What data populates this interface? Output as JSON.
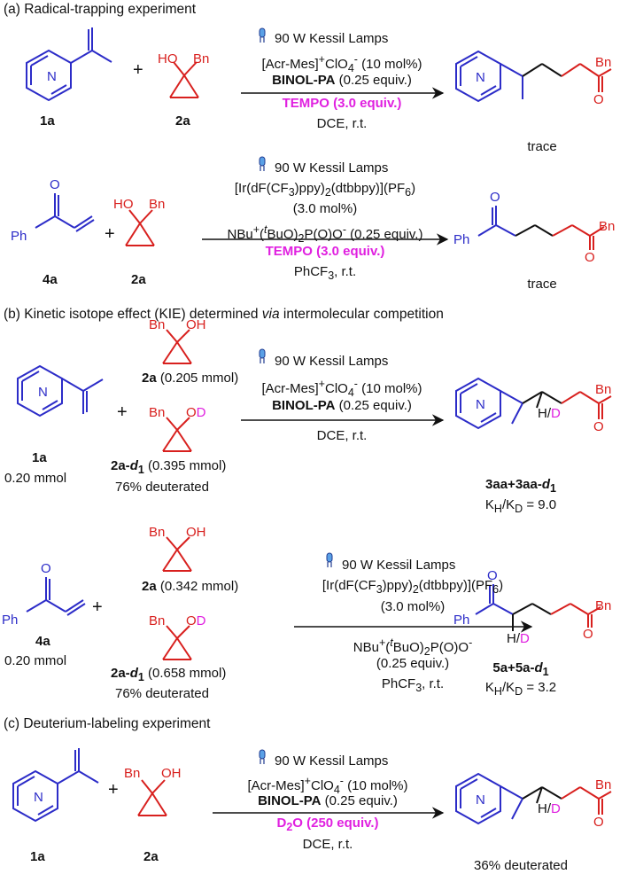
{
  "sections": {
    "a": {
      "title": "(a) Radical-trapping experiment"
    },
    "b": {
      "title_pre": "(b) Kinetic isotope effect (KIE) determined ",
      "title_em": "via",
      "title_post": " intermolecular competition"
    },
    "c": {
      "title": "(c) Deuterium-labeling experiment"
    }
  },
  "r1": {
    "lamp": "90 W Kessil Lamps",
    "cat_pre": "[Acr-Mes]",
    "cat_sup": "+",
    "cat_mid": "ClO",
    "cat_sub": "4",
    "cat_sup2": "-",
    "cat_post": " (10 mol%)",
    "acid_b": "BINOL-PA",
    "acid_r": " (0.25 equiv.)",
    "additive": "TEMPO (3.0 equiv.)",
    "solvent": "DCE, r.t.",
    "label_1a": "1a",
    "label_2a": "2a",
    "plus": "+",
    "result": "trace",
    "atom_ho": "HO",
    "atom_bn": "Bn",
    "atom_n": "N",
    "atom_o": "O",
    "prod_bn": "Bn"
  },
  "r2": {
    "lamp": "90 W Kessil Lamps",
    "cat": "[Ir(dF(CF3)ppy)2(dtbbpy)](PF6)",
    "cat_p1": "[Ir(dF(CF",
    "cat_s1": "3",
    "cat_p2": ")ppy)",
    "cat_s2": "2",
    "cat_p3": "(dtbbpy)](PF",
    "cat_s3": "6",
    "cat_p4": ")",
    "loading": "(3.0 mol%)",
    "base_p1": "NBu",
    "base_s1": "+",
    "base_p2": "(",
    "base_s2": "t",
    "base_p3": "BuO)",
    "base_s3": "2",
    "base_p4": "P(O)O",
    "base_s4": "-",
    "base_p5": " (0.25 equiv.)",
    "additive": "TEMPO (3.0 equiv.)",
    "solvent_p1": "PhCF",
    "solvent_s1": "3",
    "solvent_p2": ", r.t.",
    "label_4a": "4a",
    "label_2a": "2a",
    "plus": "+",
    "result": "trace",
    "atom_ph": "Ph",
    "atom_o": "O",
    "atom_ho": "HO",
    "atom_bn": "Bn"
  },
  "r3": {
    "lamp": "90 W Kessil Lamps",
    "cat_pre": "[Acr-Mes]",
    "cat_sup": "+",
    "cat_mid": "ClO",
    "cat_sub": "4",
    "cat_sup2": "-",
    "cat_post": " (10 mol%)",
    "acid_b": "BINOL-PA",
    "acid_r": " (0.25 equiv.)",
    "solvent": "DCE, r.t.",
    "label_1a": "1a",
    "amount_1a": "0.20 mmol",
    "label_2a": "2a",
    "amount_2a": " (0.205 mmol)",
    "label_2ad": "2a-",
    "label_2ad_d": "d",
    "label_2ad_1": "1",
    "amount_2ad": " (0.395 mmol)",
    "deut": "76% deuterated",
    "product": "3aa+3aa-",
    "product_d": "d",
    "product_1": "1",
    "kie_k": "K",
    "kie_h": "H",
    "kie_slash": "/K",
    "kie_d": "D",
    "kie_val": " = 9.0",
    "atom_bn": "Bn",
    "atom_oh": "OH",
    "atom_o": "O",
    "atom_d": "D",
    "atom_h": "H",
    "atom_slash": "/",
    "plus": "+",
    "atom_n": "N"
  },
  "r4": {
    "lamp": "90 W Kessil Lamps",
    "cat_p1": "[Ir(dF(CF",
    "cat_s1": "3",
    "cat_p2": ")ppy)",
    "cat_s2": "2",
    "cat_p3": "(dtbbpy)](PF",
    "cat_s3": "6",
    "cat_p4": ")",
    "loading": "(3.0 mol%)",
    "base_p1": "NBu",
    "base_s1": "+",
    "base_p2": "(",
    "base_s2": "t",
    "base_p3": "BuO)",
    "base_s3": "2",
    "base_p4": "P(O)O",
    "base_s4": "-",
    "base_equiv": "(0.25 equiv.)",
    "solvent_p1": "PhCF",
    "solvent_s1": "3",
    "solvent_p2": ", r.t.",
    "label_4a": "4a",
    "amount_4a": "0.20 mmol",
    "label_2a": "2a",
    "amount_2a": " (0.342 mmol)",
    "label_2ad": "2a-",
    "label_2ad_d": "d",
    "label_2ad_1": "1",
    "amount_2ad": " (0.658 mmol)",
    "deut": "76% deuterated",
    "product": "5a+5a-",
    "product_d": "d",
    "product_1": "1",
    "kie_k": "K",
    "kie_h": "H",
    "kie_slash": "/K",
    "kie_d": "D",
    "kie_val": " = 3.2",
    "plus": "+"
  },
  "r5": {
    "lamp": "90 W Kessil Lamps",
    "cat_pre": "[Acr-Mes]",
    "cat_sup": "+",
    "cat_mid": "ClO",
    "cat_sub": "4",
    "cat_sup2": "-",
    "cat_post": " (10 mol%)",
    "acid_b": "BINOL-PA",
    "acid_r": " (0.25 equiv.)",
    "additive_p1": "D",
    "additive_s1": "2",
    "additive_p2": "O (250 equiv.)",
    "solvent": "DCE, r.t.",
    "label_1a": "1a",
    "label_2a": "2a",
    "plus": "+",
    "result": "36% deuterated"
  },
  "colors": {
    "reagent_blue": "#2c2cc8",
    "reagent_red": "#d8201e",
    "highlight_magenta": "#e020e0",
    "text": "#111111"
  },
  "icons": [
    "lamp-icon"
  ]
}
